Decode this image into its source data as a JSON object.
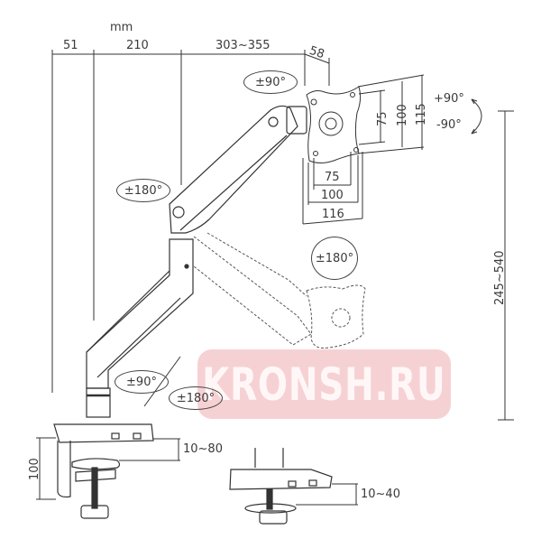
{
  "diagram": {
    "unit_label": "mm",
    "subject": "gas-spring monitor arm with desk clamp and grommet mount",
    "horizontal_dimensions": [
      "51",
      "210",
      "303~355",
      "58"
    ],
    "vesa_vertical": [
      "75",
      "100",
      "115"
    ],
    "vesa_horizontal": [
      "75",
      "100",
      "116"
    ],
    "tilt": {
      "up": "+90°",
      "down": "-90°"
    },
    "height_range": "245~540",
    "rotations": {
      "head_swivel": "±90°",
      "elbow_swivel": "±180°",
      "screen_rotation": "±180°",
      "base_swivel": "±90°",
      "base_rotation": "±180°"
    },
    "clamp": {
      "height": "100",
      "desk_thickness": "10~80"
    },
    "grommet": {
      "desk_thickness": "10~40"
    }
  },
  "watermark": {
    "text": "KRONSH.RU",
    "color": "#f5c9cd"
  },
  "colors": {
    "line": "#333333",
    "background": "#ffffff"
  }
}
